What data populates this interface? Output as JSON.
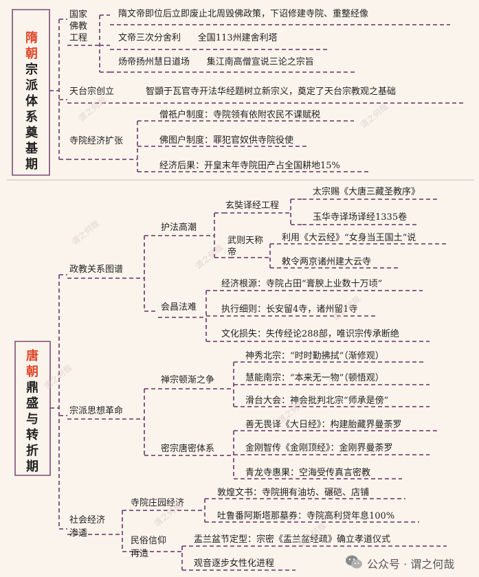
{
  "sui": {
    "title_red": "隋朝",
    "title_black": "宗派体系奠基期",
    "branches": [
      {
        "label": "国家佛教工程",
        "items": [
          "隋文帝即位后立即废止北周毁佛政策，下诏修建寺院、重整经像",
          "文帝三次分舍利      全国113州建舍利塔",
          "炀帝扬州慧日道场      集江南高僧宣说三论之宗旨"
        ]
      },
      {
        "label": "天台宗创立",
        "items": [
          "智顗于瓦官寺开法华经题树立新宗义，奠定了天台宗教观之基础"
        ]
      },
      {
        "label": "寺院经济扩张",
        "items": [
          "僧祇户制度：寺院领有依附农民不课赋税",
          "佛图户制度：罪犯官奴供寺院役使",
          "经济后果：开皇末年寺院田产占全国耕地15%"
        ]
      }
    ]
  },
  "tang": {
    "title_red": "唐朝",
    "title_black": "鼎盛与转折期",
    "branches": [
      {
        "label": "政教关系图谱",
        "sub": [
          {
            "label": "护法高潮",
            "sub": [
              {
                "label": "玄奘译经工程",
                "items": [
                  "太宗赐《大唐三藏圣教序》",
                  "玉华寺译场译经1335卷"
                ]
              },
              {
                "label": "武则天称帝",
                "items": [
                  "利用《大云经》“女身当王国土”说",
                  "敕令两京诸州建大云寺"
                ]
              }
            ]
          },
          {
            "label": "会昌法难",
            "items": [
              "经济根源：寺院占田“膏腴上业数十万顷”",
              "执行细则：长安留4寺，诸州留1寺",
              "文化损失：失传经论288部，唯识宗传承断绝"
            ]
          }
        ]
      },
      {
        "label": "宗派思想革命",
        "sub": [
          {
            "label": "禅宗顿渐之争",
            "items": [
              "神秀北宗：“时时勤拂拭”（渐修观）",
              "慧能南宗：“本来无一物”（顿悟观）",
              "滑台大会：神会批判北宗“师承是傍”"
            ]
          },
          {
            "label": "密宗唐密体系",
            "items": [
              "善无畏译《大日经》：构建胎藏界曼荼罗",
              "金刚智传《金刚顶经》：金刚界曼荼罗",
              "青龙寺惠果：空海受传真言密教"
            ]
          }
        ]
      },
      {
        "label": "社会经济渗透",
        "sub": [
          {
            "label": "寺院庄园经济",
            "items": [
              "敦煌文书：寺院拥有油坊、碾硙、店铺",
              "吐鲁番阿斯塔那墓券：寺院高利贷年息100%"
            ]
          },
          {
            "label": "民俗信仰再造",
            "items": [
              "盂兰盆节定型：宗密《盂兰盆经疏》确立孝道仪式",
              "观音逐步女性化进程"
            ]
          }
        ]
      }
    ]
  },
  "watermark": "谓之何哉",
  "footer": {
    "prefix": "公众号 · ",
    "name": "谓之何哉",
    "icon": "wechat-icon"
  }
}
